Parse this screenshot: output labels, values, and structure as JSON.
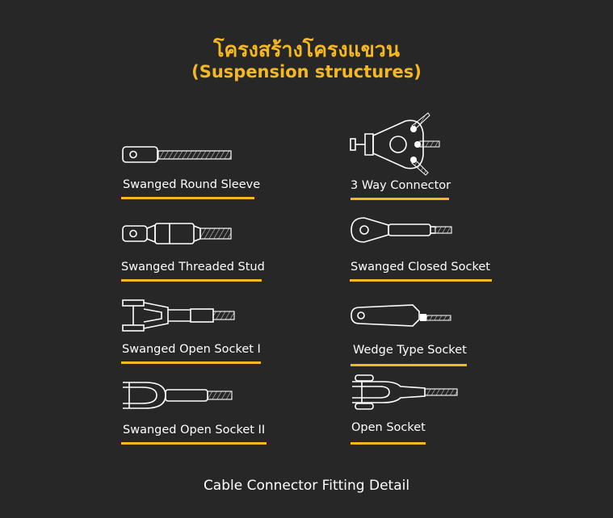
{
  "title_thai": "โครงสร้างโครงแขวน",
  "title_english": "(Suspension structures)",
  "accent_color": "#f5b820",
  "background_color": "#272727",
  "items": [
    {
      "label": "Swanged Round Sleeve",
      "icon": "swanged-round-sleeve-icon"
    },
    {
      "label": "3 Way Connector",
      "icon": "three-way-connector-icon"
    },
    {
      "label": "Swanged Threaded Stud",
      "icon": "swanged-threaded-stud-icon"
    },
    {
      "label": "Swanged Closed Socket",
      "icon": "swanged-closed-socket-icon"
    },
    {
      "label": "Swanged Open Socket I",
      "icon": "swanged-open-socket-i-icon"
    },
    {
      "label": "Wedge Type Socket",
      "icon": "wedge-type-socket-icon"
    },
    {
      "label": "Swanged Open Socket II",
      "icon": "swanged-open-socket-ii-icon"
    },
    {
      "label": "Open Socket",
      "icon": "open-socket-icon"
    }
  ],
  "footer": "Cable Connector Fitting Detail"
}
